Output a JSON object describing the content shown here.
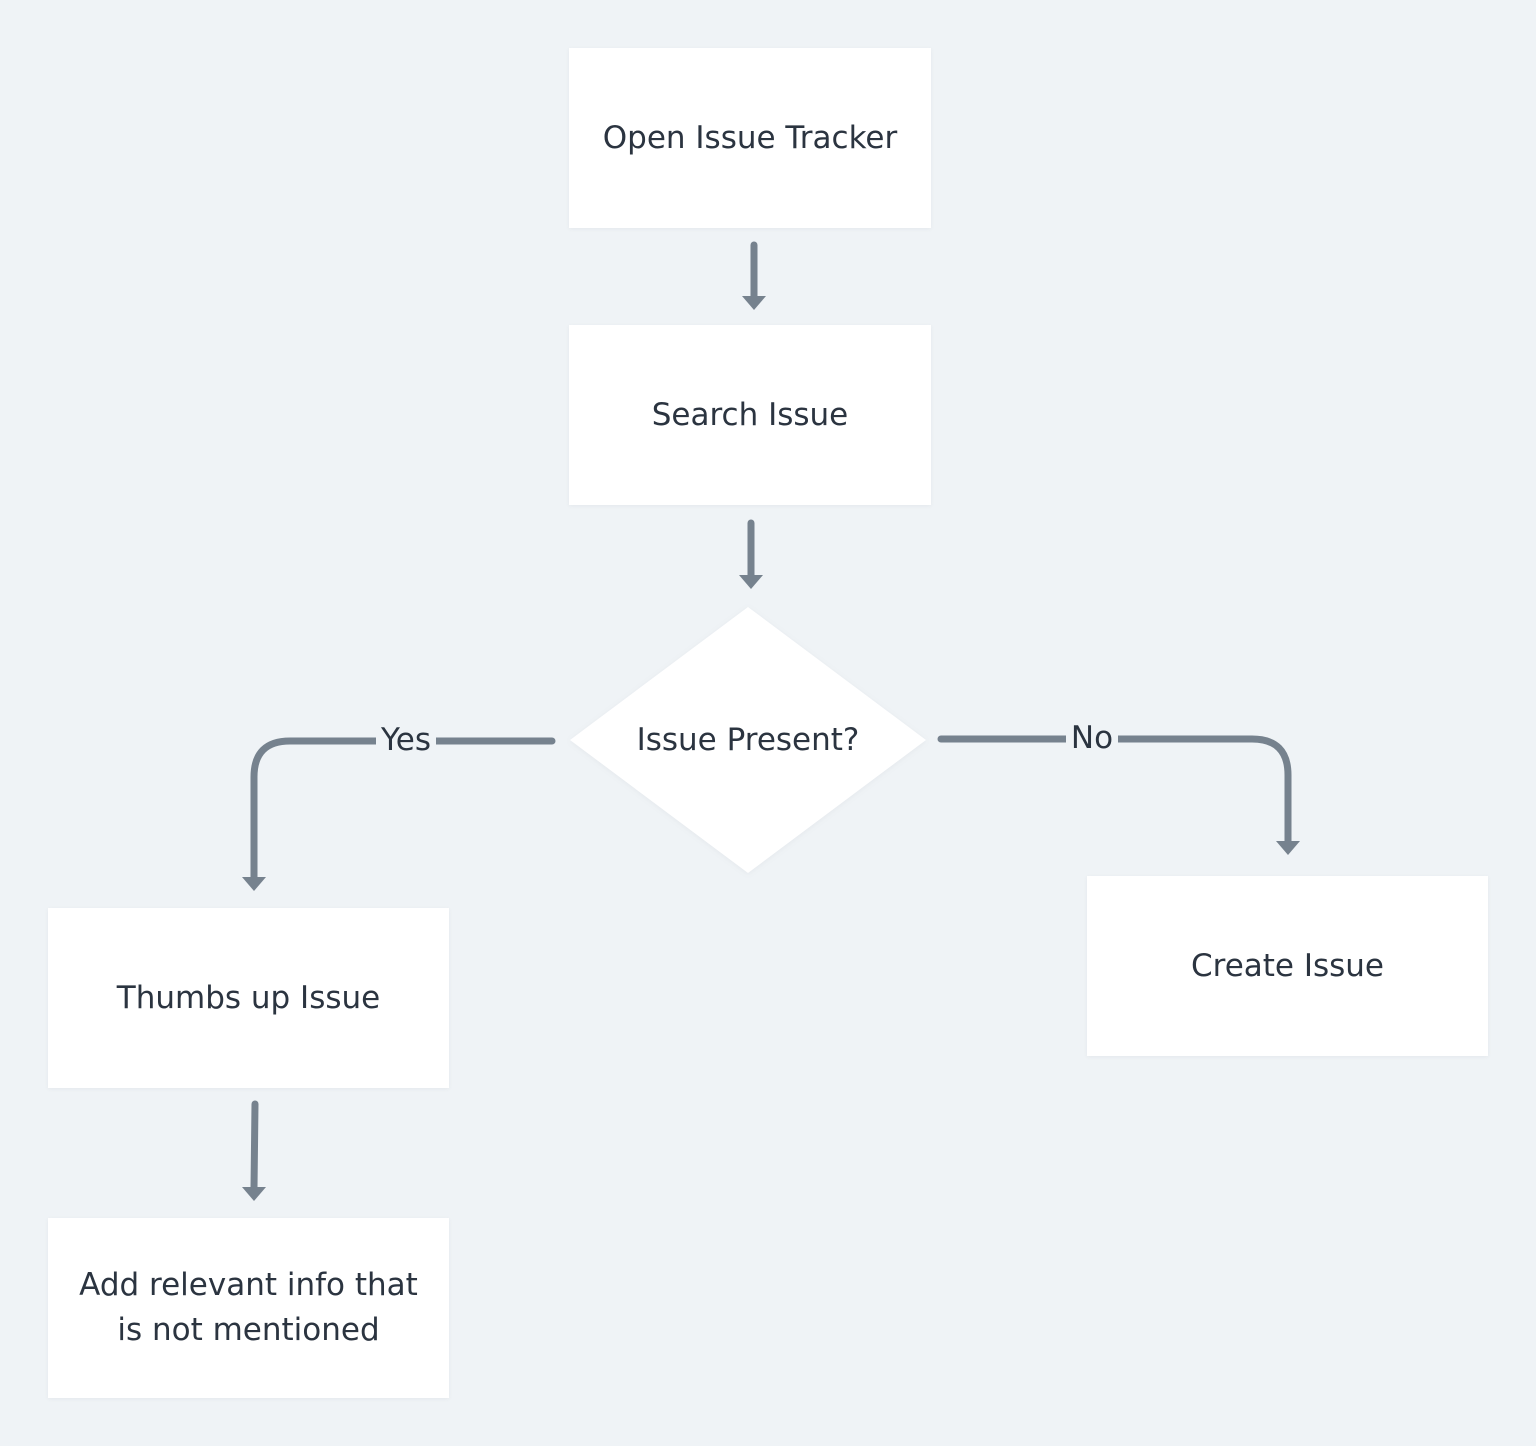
{
  "diagram": {
    "type": "flowchart",
    "colors": {
      "background": "#eff3f6",
      "node_fill": "#ffffff",
      "text": "#2b3440",
      "connector": "#76828e"
    },
    "nodes": {
      "open_tracker": {
        "label": "Open Issue Tracker",
        "shape": "rectangle"
      },
      "search_issue": {
        "label": "Search Issue",
        "shape": "rectangle"
      },
      "issue_present": {
        "label": "Issue Present?",
        "shape": "diamond"
      },
      "thumbs_up": {
        "label": "Thumbs up Issue",
        "shape": "rectangle"
      },
      "add_info": {
        "label": "Add relevant info that is not mentioned",
        "shape": "rectangle"
      },
      "create_issue": {
        "label": "Create Issue",
        "shape": "rectangle"
      }
    },
    "edges": [
      {
        "from": "open_tracker",
        "to": "search_issue",
        "label": ""
      },
      {
        "from": "search_issue",
        "to": "issue_present",
        "label": ""
      },
      {
        "from": "issue_present",
        "to": "thumbs_up",
        "label": "Yes"
      },
      {
        "from": "issue_present",
        "to": "create_issue",
        "label": "No"
      },
      {
        "from": "thumbs_up",
        "to": "add_info",
        "label": ""
      }
    ],
    "edge_labels": {
      "yes": "Yes",
      "no": "No"
    }
  }
}
